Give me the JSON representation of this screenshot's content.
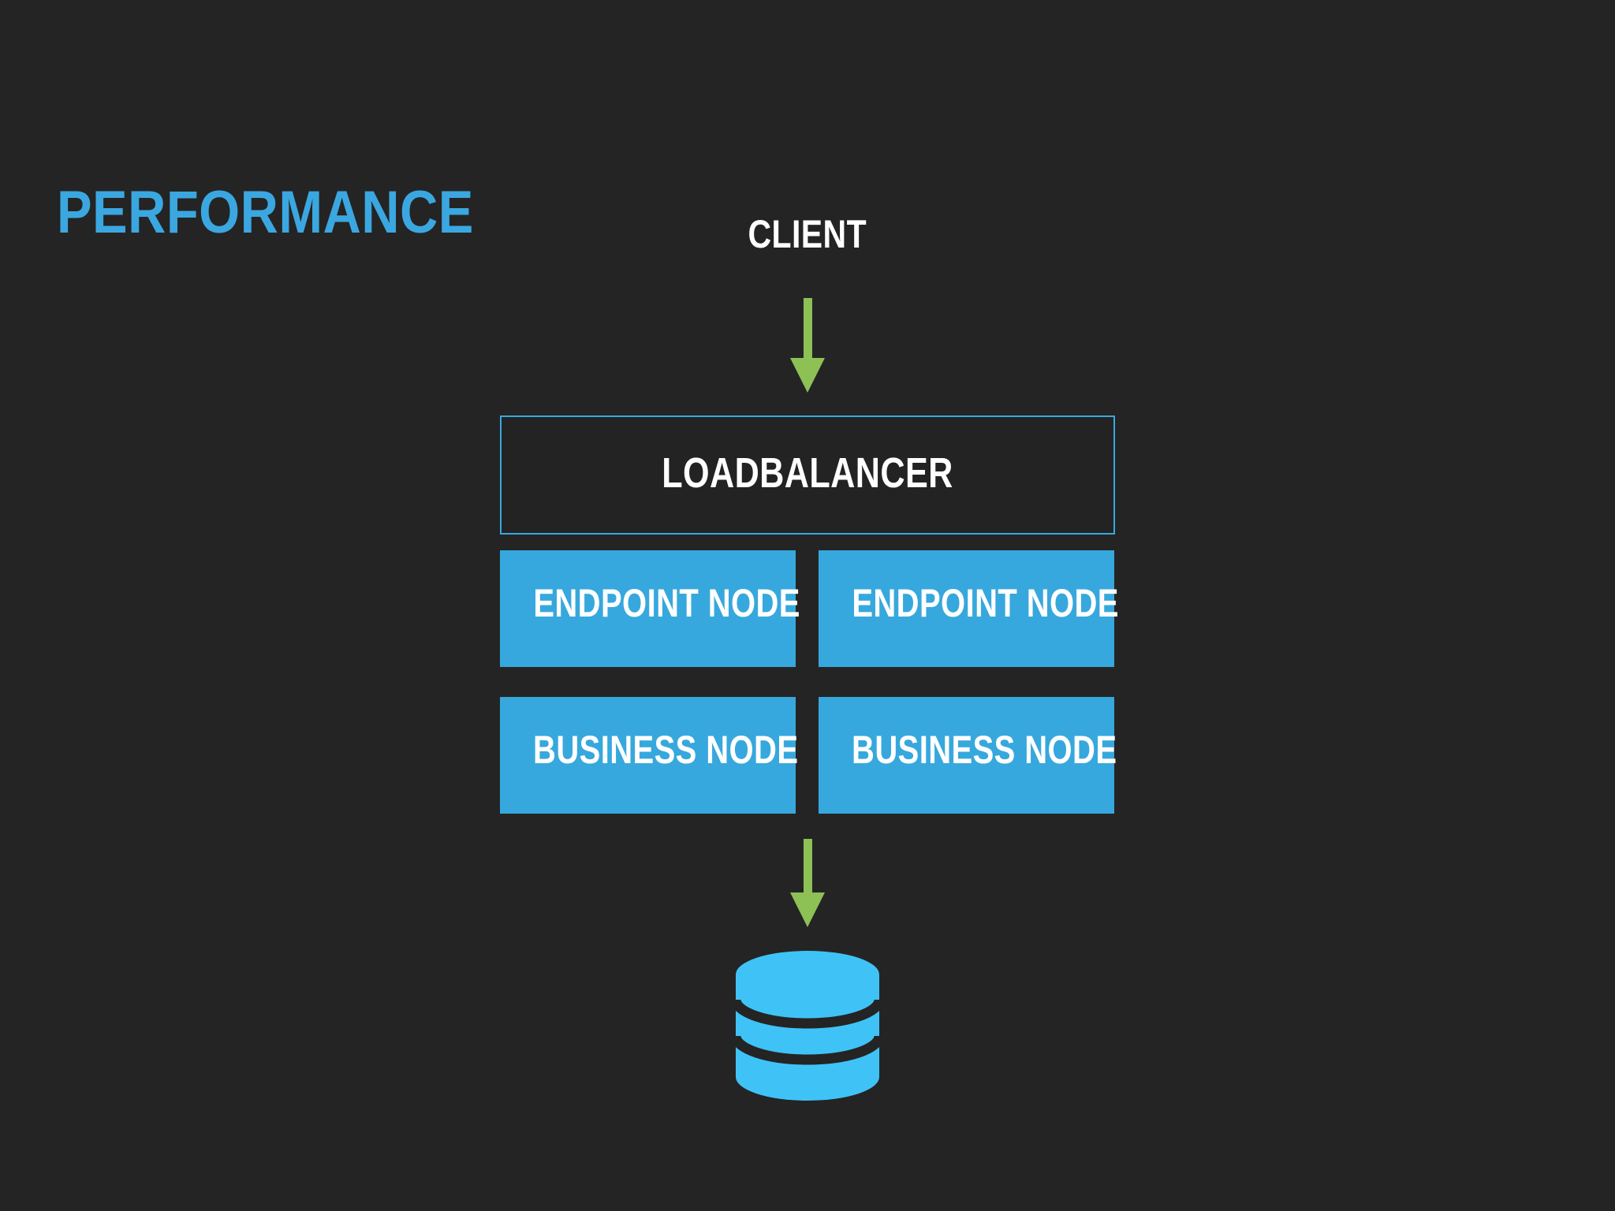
{
  "slide": {
    "background_color": "#242424",
    "title": "PERFORMANCE",
    "title_color": "#3BA7E0"
  },
  "diagram": {
    "type": "architecture-flow",
    "accent_blue": "#3BA7E0",
    "node_fill": "#37A8DD",
    "arrow_green": "#8DC055",
    "database_blue": "#3FC3F7",
    "text_color": "#FFFFFF",
    "client": {
      "label": "CLIENT"
    },
    "arrows": [
      {
        "name": "client-to-loadbalancer",
        "direction": "down",
        "color": "#8DC055"
      },
      {
        "name": "nodes-to-database",
        "direction": "down",
        "color": "#8DC055"
      }
    ],
    "loadbalancer": {
      "label": "LOADBALANCER",
      "style": "outlined"
    },
    "tiers": [
      {
        "name": "endpoint-tier",
        "nodes": [
          {
            "label": "ENDPOINT NODE"
          },
          {
            "label": "ENDPOINT NODE"
          }
        ]
      },
      {
        "name": "business-tier",
        "nodes": [
          {
            "label": "BUSINESS NODE"
          },
          {
            "label": "BUSINESS NODE"
          }
        ]
      }
    ],
    "database": {
      "icon": "database-cylinder-icon",
      "label": ""
    }
  }
}
